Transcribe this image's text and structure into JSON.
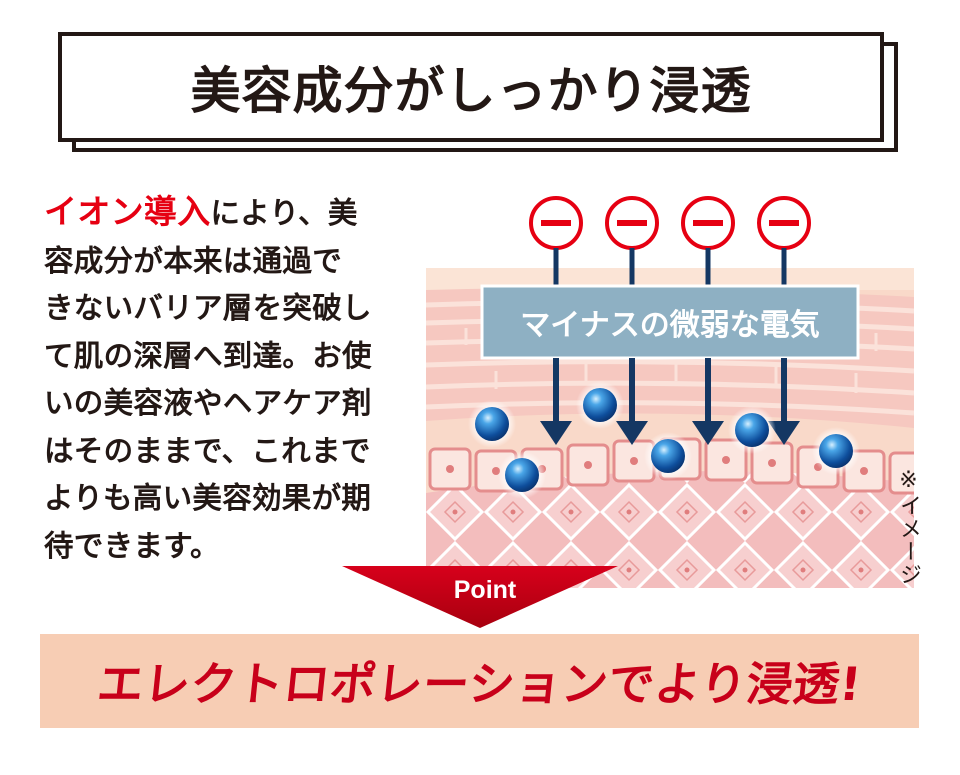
{
  "title": "美容成分がしっかり浸透",
  "paragraph": {
    "highlight": "イオン導入",
    "lines": [
      "により、美",
      "容成分が本来は通過で",
      "きないバリア層を突破し",
      "て肌の深層へ到達。お使",
      "いの美容液やヘアケア剤",
      "はそのままで、これまで",
      "よりも高い美容効果が期",
      "待できます。"
    ]
  },
  "diagram": {
    "minus_symbol": "ー",
    "label": "マイナスの微弱な電気",
    "note": "※イメージ"
  },
  "point_label": "Point",
  "banner": "エレクトロポレーションでより浸透!",
  "colors": {
    "accent_red": "#e60012",
    "banner_bg": "#f7cdb4",
    "banner_text": "#c8001a",
    "label_box": "#8eb0c3",
    "arrow_navy": "#143763"
  }
}
